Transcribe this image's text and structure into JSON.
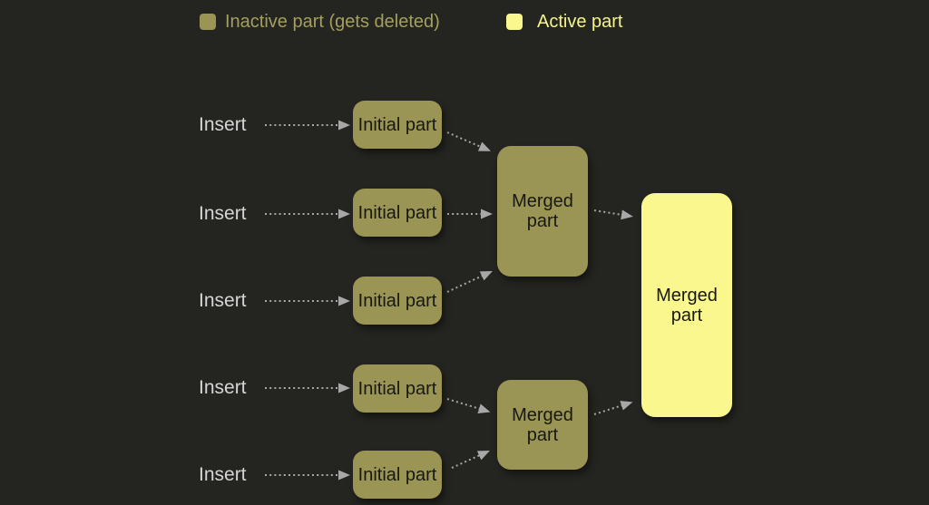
{
  "colors": {
    "background": "#242520",
    "inactive_fill": "#9a9455",
    "active_fill": "#f9f78d",
    "inactive_text": "#a49f5e",
    "active_text": "#f7f48c",
    "insert_text": "#d6d6d6",
    "arrow": "#a8a8a8",
    "box_text": "#191810"
  },
  "legend": {
    "inactive_label": "Inactive part (gets deleted)",
    "active_label": "Active part"
  },
  "rows": [
    {
      "insert": "Insert",
      "box": "Initial part"
    },
    {
      "insert": "Insert",
      "box": "Initial part"
    },
    {
      "insert": "Insert",
      "box": "Initial part"
    },
    {
      "insert": "Insert",
      "box": "Initial part"
    },
    {
      "insert": "Insert",
      "box": "Initial part"
    }
  ],
  "merged": {
    "top": "Merged part",
    "bottom": "Merged part",
    "final": "Merged part"
  }
}
